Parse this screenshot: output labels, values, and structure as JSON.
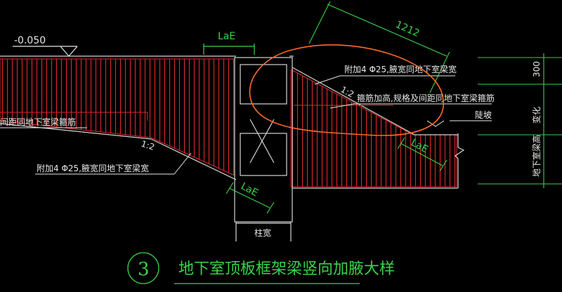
{
  "title": {
    "number": "3",
    "text": "地下室顶板框架梁竖向加腋大样"
  },
  "labels": {
    "elevation": "-0.050",
    "lae_top": "LaE",
    "lae_right": "LaE",
    "lae_bottom": "LaE",
    "dim_1212": "1212",
    "slope_upper": "1:2",
    "slope_lower": "1:2",
    "note_haunch_right": "附加4 Φ25,腋宽同地下室梁宽",
    "note_stirrup_right": "箍筋加高,规格及间距同地下室梁箍筋",
    "note_stirrup_left": "间距同地下室梁箍筋",
    "note_haunch_left": "附加4 Φ25,腋宽同地下室梁宽",
    "note_slope": "陡坡",
    "column_width": "柱宽",
    "dim_300": "300",
    "dim_change": "变化",
    "dim_beam_height": "地下室梁高"
  },
  "colors": {
    "background": "#000000",
    "concrete": "#d4d4d4",
    "hatch": "#e0282b",
    "dimension": "#39d24a",
    "cloud": "#ff6a2a",
    "leader": "#e8e8e8"
  }
}
